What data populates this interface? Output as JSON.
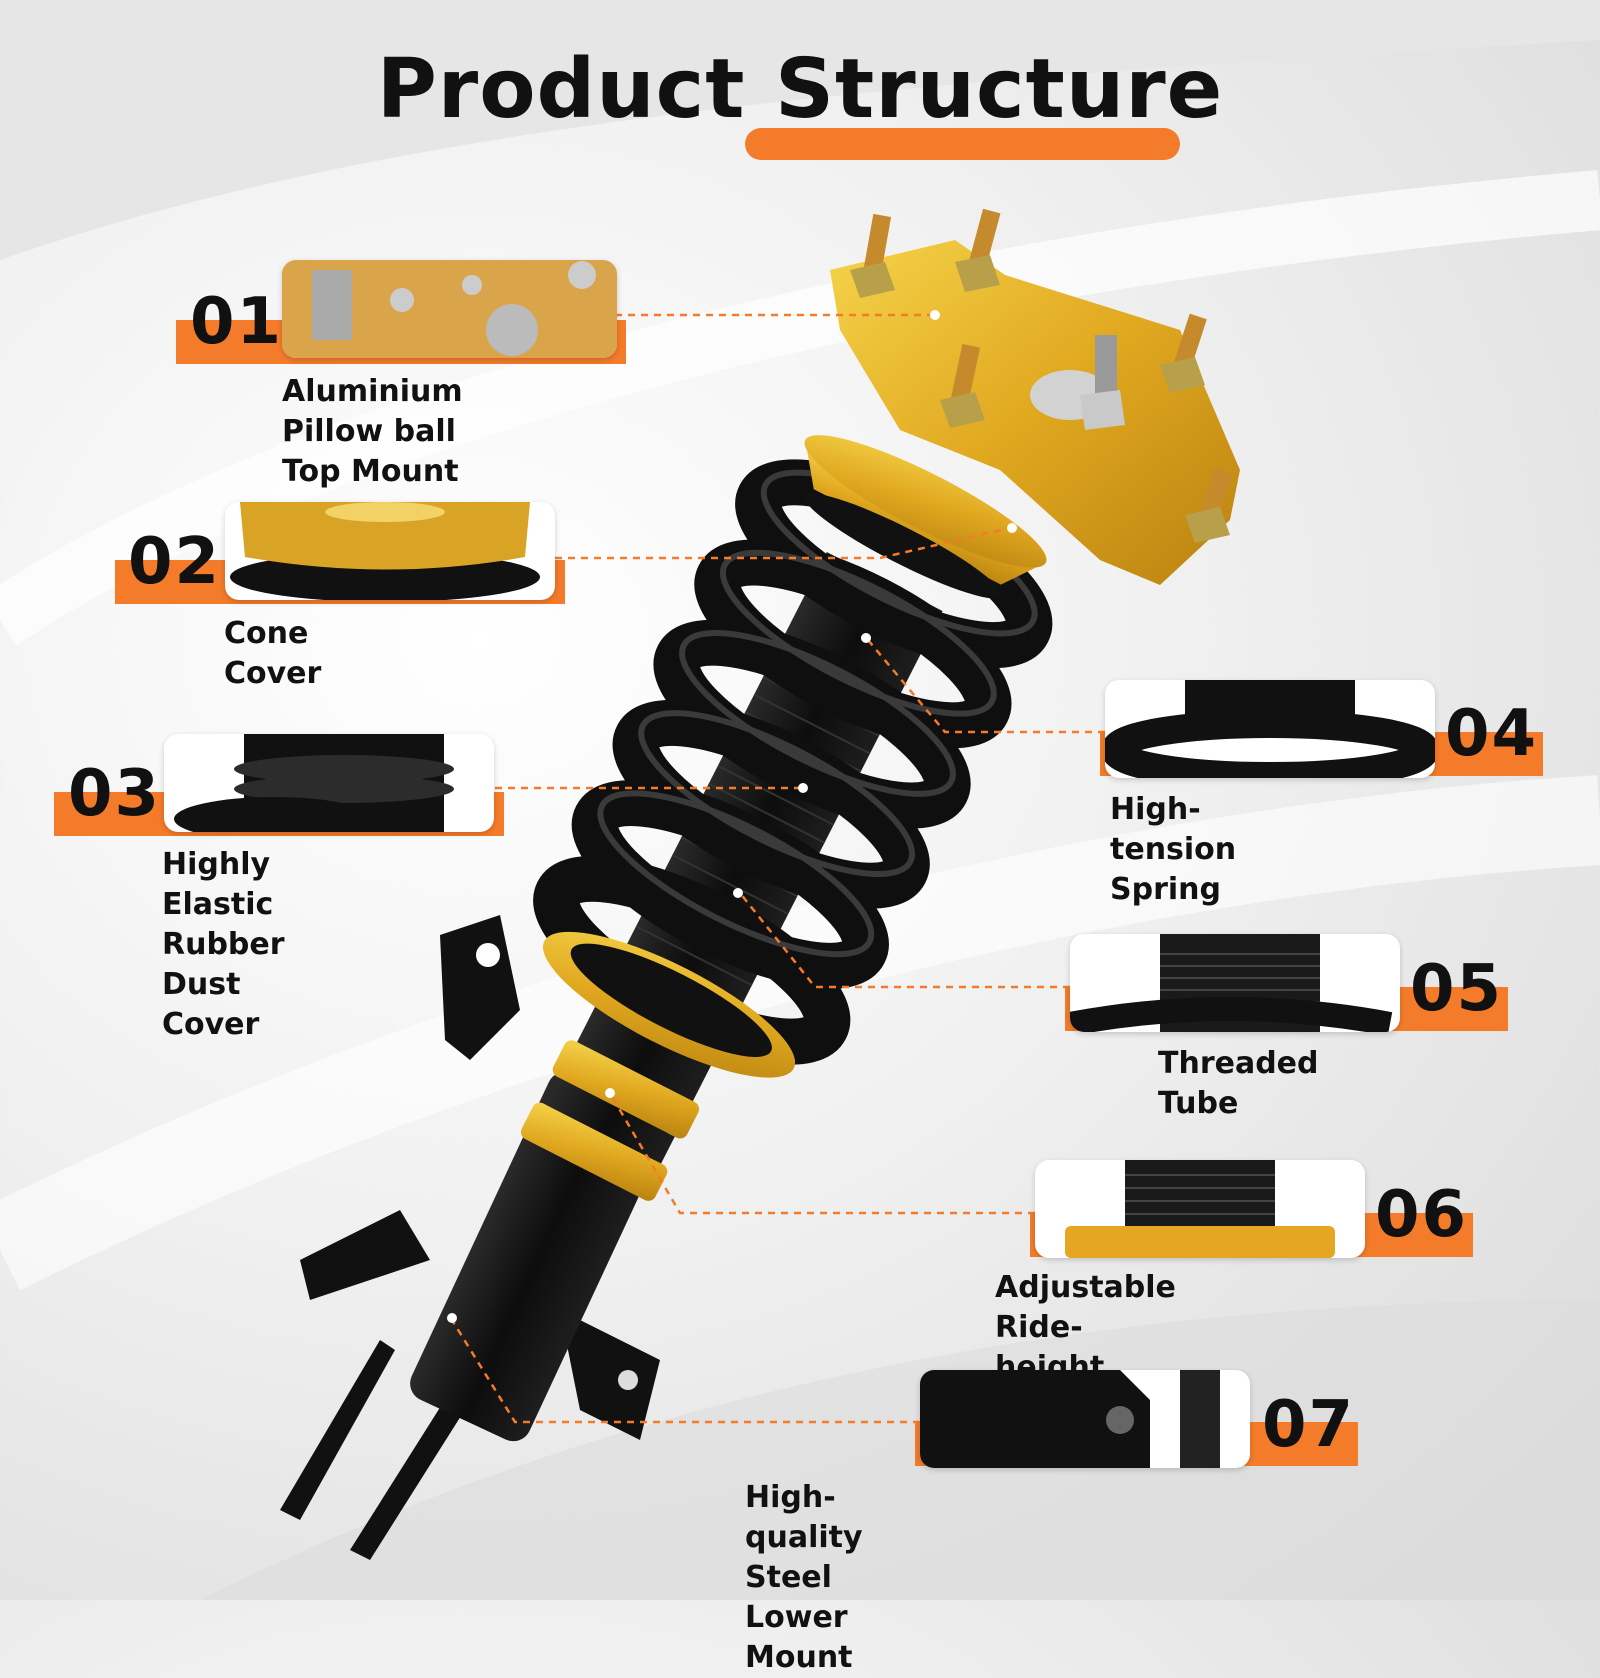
{
  "page": {
    "title": "Product Structure"
  },
  "colors": {
    "accent": "#f47b2a",
    "gold": "#e0b62a",
    "black": "#141414"
  },
  "callouts": [
    {
      "number": "01",
      "label": "Aluminium Pillow ball\nTop Mount"
    },
    {
      "number": "02",
      "label": "Cone Cover"
    },
    {
      "number": "03",
      "label": "Highly Elastic\nRubber Dust Cover"
    },
    {
      "number": "04",
      "label": "High-tension Spring"
    },
    {
      "number": "05",
      "label": "Threaded Tube"
    },
    {
      "number": "06",
      "label": "Adjustable Ride-height"
    },
    {
      "number": "07",
      "label": "High-quality Steel Lower Mount"
    }
  ]
}
